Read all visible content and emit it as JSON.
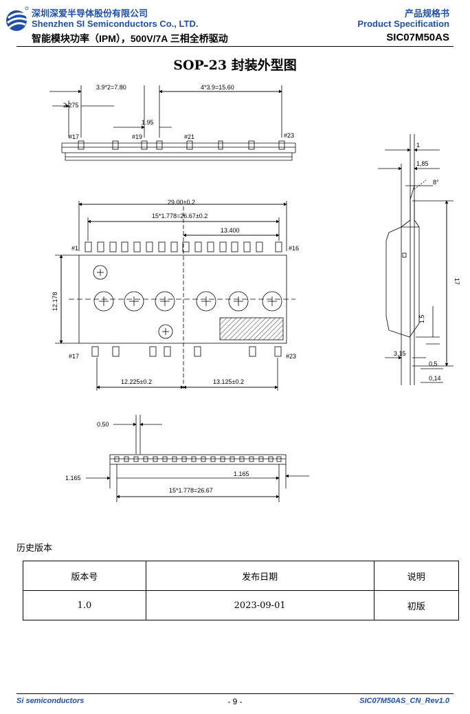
{
  "header": {
    "company_cn": "深圳深爱半导体股份有限公司",
    "company_en": "Shenzhen SI Semiconductors Co., LTD.",
    "subtitle": "智能模块功率（IPM），500V/7A 三相全桥驱动",
    "spec_cn": "产品规格书",
    "spec_en": "Product Specification",
    "part_number": "SIC07M50AS"
  },
  "page_title": "SOP-23 封装外型图",
  "drawing": {
    "top": {
      "dim_a": "3.9*2=7.80",
      "dim_b": "4*3.9=15.60",
      "dim_c": "2.275",
      "dim_d": "1.95",
      "pin17": "#17",
      "pin19": "#19",
      "pin21": "#21",
      "pin23": "#23"
    },
    "front": {
      "width": "29.00±0.2",
      "pitch": "15*1.778=26.67±0.2",
      "dim_mid": "13.400",
      "height": "12.178",
      "pin1": "#1",
      "pin16": "#16",
      "pin17": "#17",
      "pin23": "#23",
      "dim_left": "12.225±0.2",
      "dim_right": "13.125±0.2"
    },
    "side": {
      "d1": "1",
      "d2": "1,85",
      "angle": "8°",
      "d3": "17",
      "d4": "1.5",
      "d5": "3,15",
      "d6": "0,5",
      "d7": "0,14"
    },
    "bottom": {
      "lead": "0.50",
      "left": "1.165",
      "right": "1.165",
      "pitch": "15*1.778=26.67"
    }
  },
  "history": {
    "label": "历史版本",
    "headers": [
      "版本号",
      "发布日期",
      "说明"
    ],
    "rows": [
      [
        "1.0",
        "2023-09-01",
        "初版"
      ]
    ]
  },
  "footer": {
    "left": "Si semiconductors",
    "center": "- 9 -",
    "right": "SIC07M50AS_CN_Rev1.0"
  }
}
